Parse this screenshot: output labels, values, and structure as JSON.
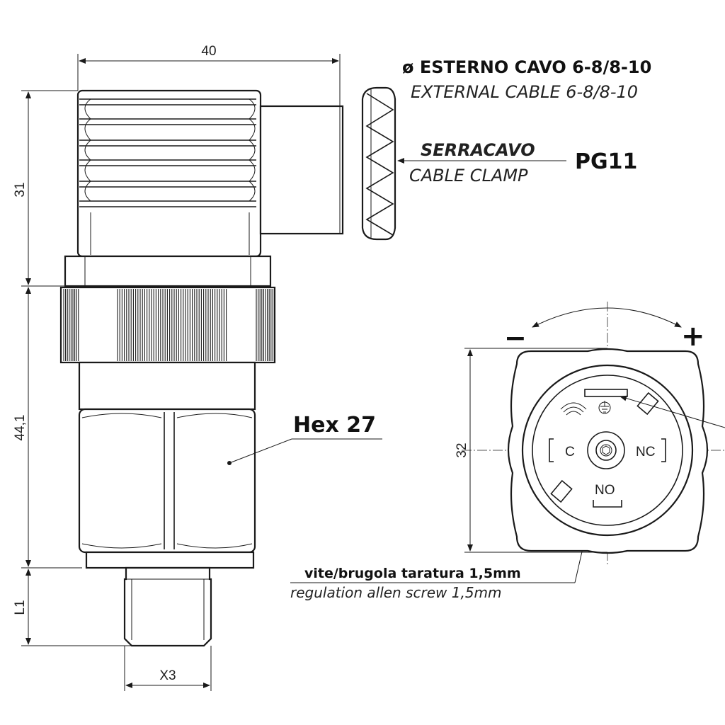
{
  "dimensions": {
    "width_top": "40",
    "height_connector": "31",
    "height_body": "44,1",
    "thread_length": "L1",
    "thread_size": "X3",
    "face_height": "32"
  },
  "labels": {
    "cable_it": "ø ESTERNO CAVO 6-8/8-10",
    "cable_en": "EXTERNAL CABLE 6-8/8-10",
    "clamp_it": "SERRACAVO",
    "clamp_en": "CABLE CLAMP",
    "clamp_size": "PG11",
    "hex": "Hex 27",
    "screw_it": "vite/brugola taratura 1,5mm",
    "screw_en": "regulation allen screw 1,5mm"
  },
  "terminals": {
    "common": "C",
    "normally_closed": "NC",
    "normally_open": "NO"
  },
  "adjust": {
    "minus": "−",
    "plus": "+"
  }
}
